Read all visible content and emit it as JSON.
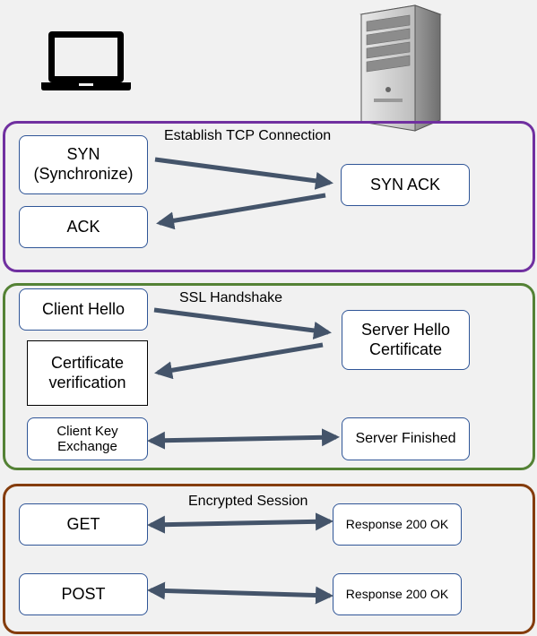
{
  "colors": {
    "tcp_border": "#7030a0",
    "ssl_border": "#548235",
    "enc_border": "#843c0c",
    "box_border": "#2f5597",
    "arrow": "#44546a"
  },
  "icons": {
    "client": "laptop-icon",
    "server": "server-tower-icon"
  },
  "tcp": {
    "title": "Establish TCP Connection",
    "syn": "SYN\n(Synchronize)",
    "syn_ack": "SYN ACK",
    "ack": "ACK"
  },
  "ssl": {
    "title": "SSL Handshake",
    "client_hello": "Client Hello",
    "server_hello": "Server Hello\nCertificate",
    "cert_verification": "Certificate\nverification",
    "client_key_exchange": "Client Key\nExchange",
    "server_finished": "Server Finished"
  },
  "encrypted": {
    "title": "Encrypted Session",
    "get": "GET",
    "post": "POST",
    "response_get": "Response 200 OK",
    "response_post": "Response 200 OK"
  }
}
